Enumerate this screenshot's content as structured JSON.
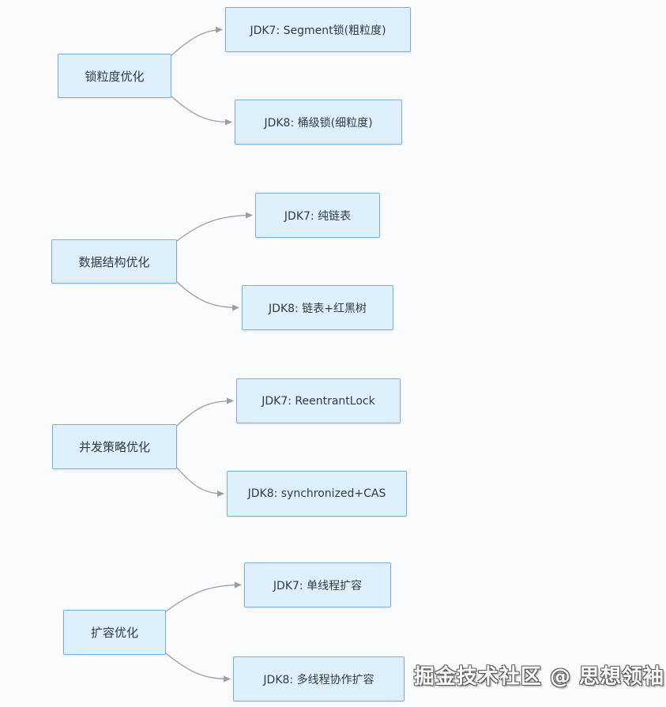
{
  "page": {
    "background_color": "#fafbfd"
  },
  "theme": {
    "node_fill": "#def0fb",
    "node_border": "#7caedd",
    "node_text": "#333b44",
    "connector": "#999ea6",
    "watermark_fill": "#fbfbfb",
    "watermark_outline": "#5c5c5c"
  },
  "diagram": {
    "type": "mindmap-tree",
    "groups": [
      {
        "parent": {
          "label": "锁粒度优化"
        },
        "children": [
          {
            "label": "JDK7: Segment锁(粗粒度)"
          },
          {
            "label": "JDK8: 桶级锁(细粒度)"
          }
        ]
      },
      {
        "parent": {
          "label": "数据结构优化"
        },
        "children": [
          {
            "label": "JDK7: 纯链表"
          },
          {
            "label": "JDK8: 链表+红黑树"
          }
        ]
      },
      {
        "parent": {
          "label": "并发策略优化"
        },
        "children": [
          {
            "label": "JDK7: ReentrantLock"
          },
          {
            "label": "JDK8: synchronized+CAS"
          }
        ]
      },
      {
        "parent": {
          "label": "扩容优化"
        },
        "children": [
          {
            "label": "JDK7: 单线程扩容"
          },
          {
            "label": "JDK8: 多线程协作扩容"
          }
        ]
      }
    ]
  },
  "watermark": {
    "text": "掘金技术社区 @ 思想领袖"
  }
}
